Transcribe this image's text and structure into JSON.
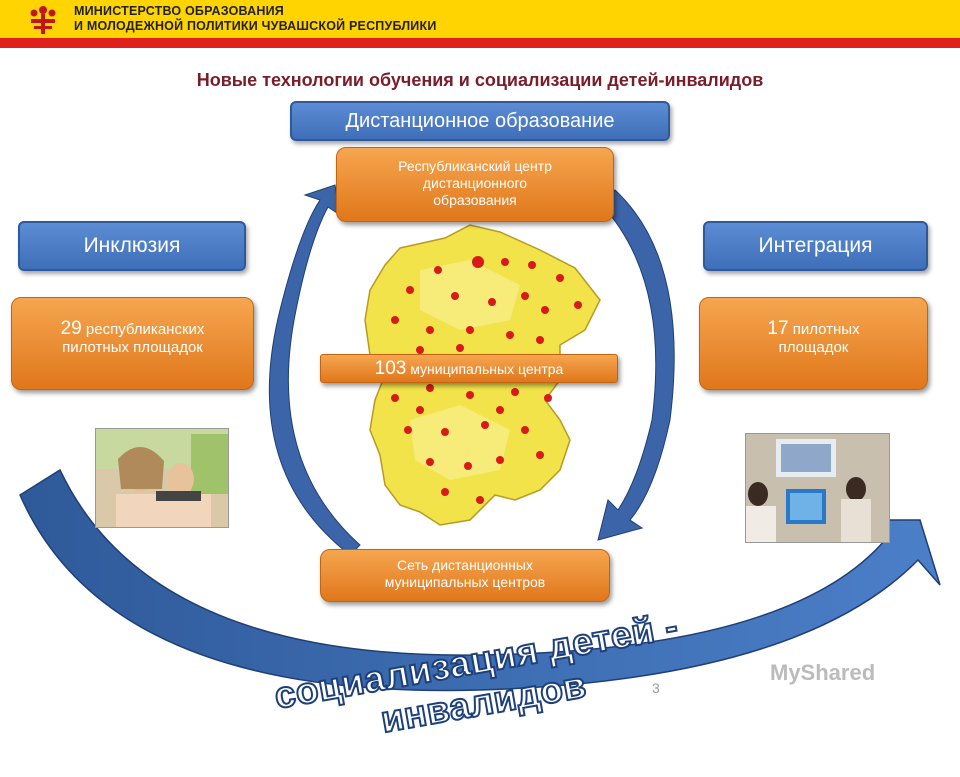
{
  "header": {
    "line1": "МИНИСТЕРСТВО ОБРАЗОВАНИЯ",
    "line2": "И МОЛОДЕЖНОЙ ПОЛИТИКИ ЧУВАШСКОЙ РЕСПУБЛИКИ"
  },
  "title": "Новые технологии обучения и социализации детей-инвалидов",
  "distance_education": "Дистанционное образование",
  "inclusion": "Инклюзия",
  "integration": "Интеграция",
  "center_top": {
    "line1": "Республиканский центр",
    "line2": "дистанционного",
    "line3": "образования"
  },
  "left_box": {
    "number": "29",
    "line1": "республиканских",
    "line2": "пилотных площадок"
  },
  "right_box": {
    "number": "17",
    "line1": "пилотных",
    "line2": "площадок"
  },
  "municipal": {
    "number": "103",
    "label": "муниципальных центра"
  },
  "center_bottom": {
    "line1": "Сеть дистанционных",
    "line2": "муниципальных центров"
  },
  "socialization": "социализация детей - инвалидов",
  "page_number": "3",
  "watermark": "MyShared",
  "colors": {
    "header_yellow": "#ffd400",
    "header_red": "#e0201c",
    "title": "#7a1d2a",
    "blue_box": "#4a7cc6",
    "orange_box": "#ec8a2e",
    "arrow_blue": "#2f5a9a"
  }
}
